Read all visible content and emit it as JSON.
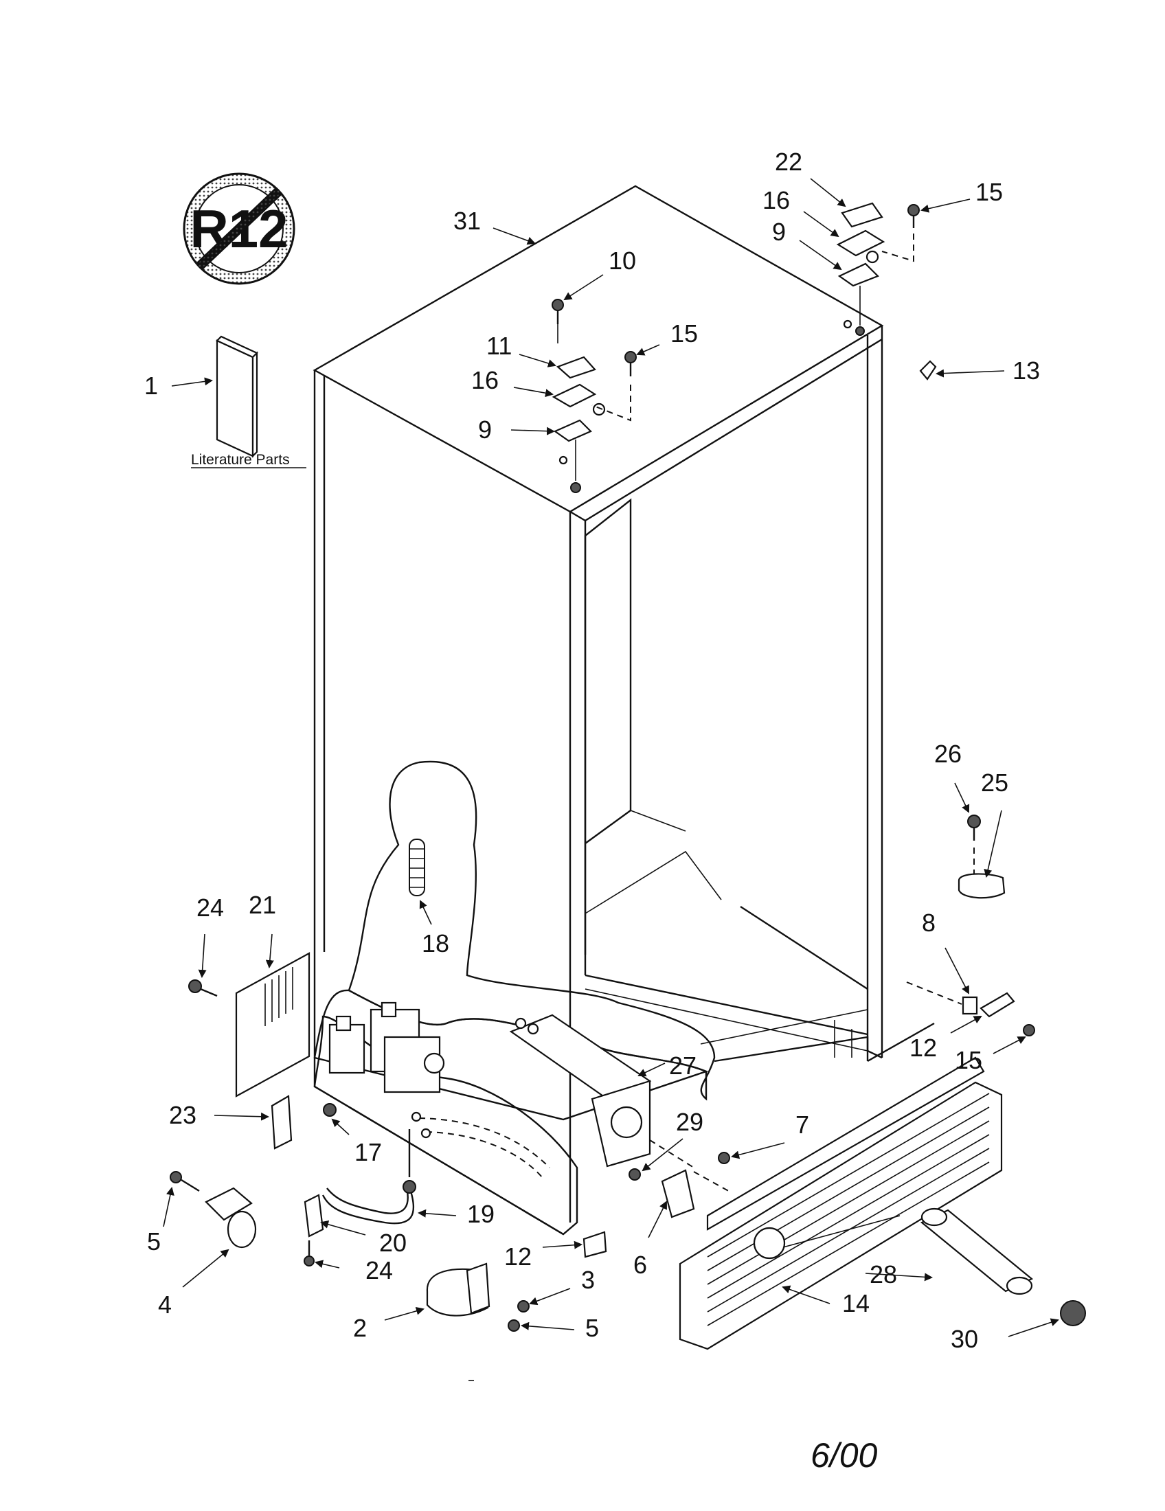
{
  "logo": {
    "text": "R12",
    "icon": "no-r12-refrigerant-icon"
  },
  "literature_label": "Literature Parts",
  "date_stamp": "6/00",
  "callouts": [
    {
      "id": "c31",
      "label": "31"
    },
    {
      "id": "c22",
      "label": "22"
    },
    {
      "id": "c15a",
      "label": "15"
    },
    {
      "id": "c16a",
      "label": "16"
    },
    {
      "id": "c9a",
      "label": "9"
    },
    {
      "id": "c10",
      "label": "10"
    },
    {
      "id": "c15b",
      "label": "15"
    },
    {
      "id": "c11",
      "label": "11"
    },
    {
      "id": "c16b",
      "label": "16"
    },
    {
      "id": "c9b",
      "label": "9"
    },
    {
      "id": "c13",
      "label": "13"
    },
    {
      "id": "c1",
      "label": "1"
    },
    {
      "id": "c26",
      "label": "26"
    },
    {
      "id": "c25",
      "label": "25"
    },
    {
      "id": "c24a",
      "label": "24"
    },
    {
      "id": "c21",
      "label": "21"
    },
    {
      "id": "c18",
      "label": "18"
    },
    {
      "id": "c8",
      "label": "8"
    },
    {
      "id": "c12a",
      "label": "12"
    },
    {
      "id": "c15c",
      "label": "15"
    },
    {
      "id": "c27",
      "label": "27"
    },
    {
      "id": "c23",
      "label": "23"
    },
    {
      "id": "c17",
      "label": "17"
    },
    {
      "id": "c29",
      "label": "29"
    },
    {
      "id": "c7",
      "label": "7"
    },
    {
      "id": "c5a",
      "label": "5"
    },
    {
      "id": "c19",
      "label": "19"
    },
    {
      "id": "c20",
      "label": "20"
    },
    {
      "id": "c12b",
      "label": "12"
    },
    {
      "id": "c6",
      "label": "6"
    },
    {
      "id": "c24b",
      "label": "24"
    },
    {
      "id": "c3",
      "label": "3"
    },
    {
      "id": "c28",
      "label": "28"
    },
    {
      "id": "c4",
      "label": "4"
    },
    {
      "id": "c2",
      "label": "2"
    },
    {
      "id": "c5b",
      "label": "5"
    },
    {
      "id": "c14",
      "label": "14"
    },
    {
      "id": "c30",
      "label": "30"
    }
  ]
}
